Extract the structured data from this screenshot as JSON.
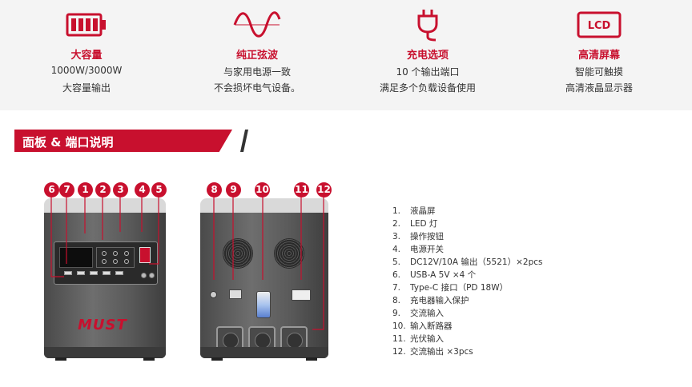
{
  "features": [
    {
      "icon": "battery-icon",
      "title": "大容量",
      "line1": "1000W/3000W",
      "line2": "大容量输出"
    },
    {
      "icon": "sine-wave-icon",
      "title": "纯正弦波",
      "line1": "与家用电源一致",
      "line2": "不会损坏电气设备。"
    },
    {
      "icon": "plug-icon",
      "title": "充电选项",
      "line1": "10 个输出端口",
      "line2": "满足多个负载设备使用"
    },
    {
      "icon": "lcd-icon",
      "icon_text": "LCD",
      "title": "高清屏幕",
      "line1": "智能可触摸",
      "line2": "高清液晶显示器"
    }
  ],
  "section": {
    "title": "面板 & 端口说明"
  },
  "front_markers": [
    "6",
    "7",
    "1",
    "2",
    "3",
    "4",
    "5"
  ],
  "back_markers": [
    "8",
    "9",
    "10",
    "11",
    "12"
  ],
  "brand": {
    "logo": "MUST"
  },
  "legend": [
    {
      "no": "1.",
      "text": "液晶屏"
    },
    {
      "no": "2.",
      "text": "LED 灯"
    },
    {
      "no": "3.",
      "text": "操作按钮"
    },
    {
      "no": "4.",
      "text": "电源开关"
    },
    {
      "no": "5.",
      "text": "DC12V/10A 输出（5521）×2pcs"
    },
    {
      "no": "6.",
      "text": "USB-A 5V ×4 个"
    },
    {
      "no": "7.",
      "text": "Type-C 接口（PD 18W）"
    },
    {
      "no": "8.",
      "text": "充电器输入保护"
    },
    {
      "no": "9.",
      "text": "交流输入"
    },
    {
      "no": "10.",
      "text": "输入断路器"
    },
    {
      "no": "11.",
      "text": "光伏输入"
    },
    {
      "no": "12.",
      "text": "交流输出 ×3pcs"
    }
  ],
  "colors": {
    "accent": "#c8102e",
    "device": "#555555",
    "band": "#f4f4f4"
  }
}
